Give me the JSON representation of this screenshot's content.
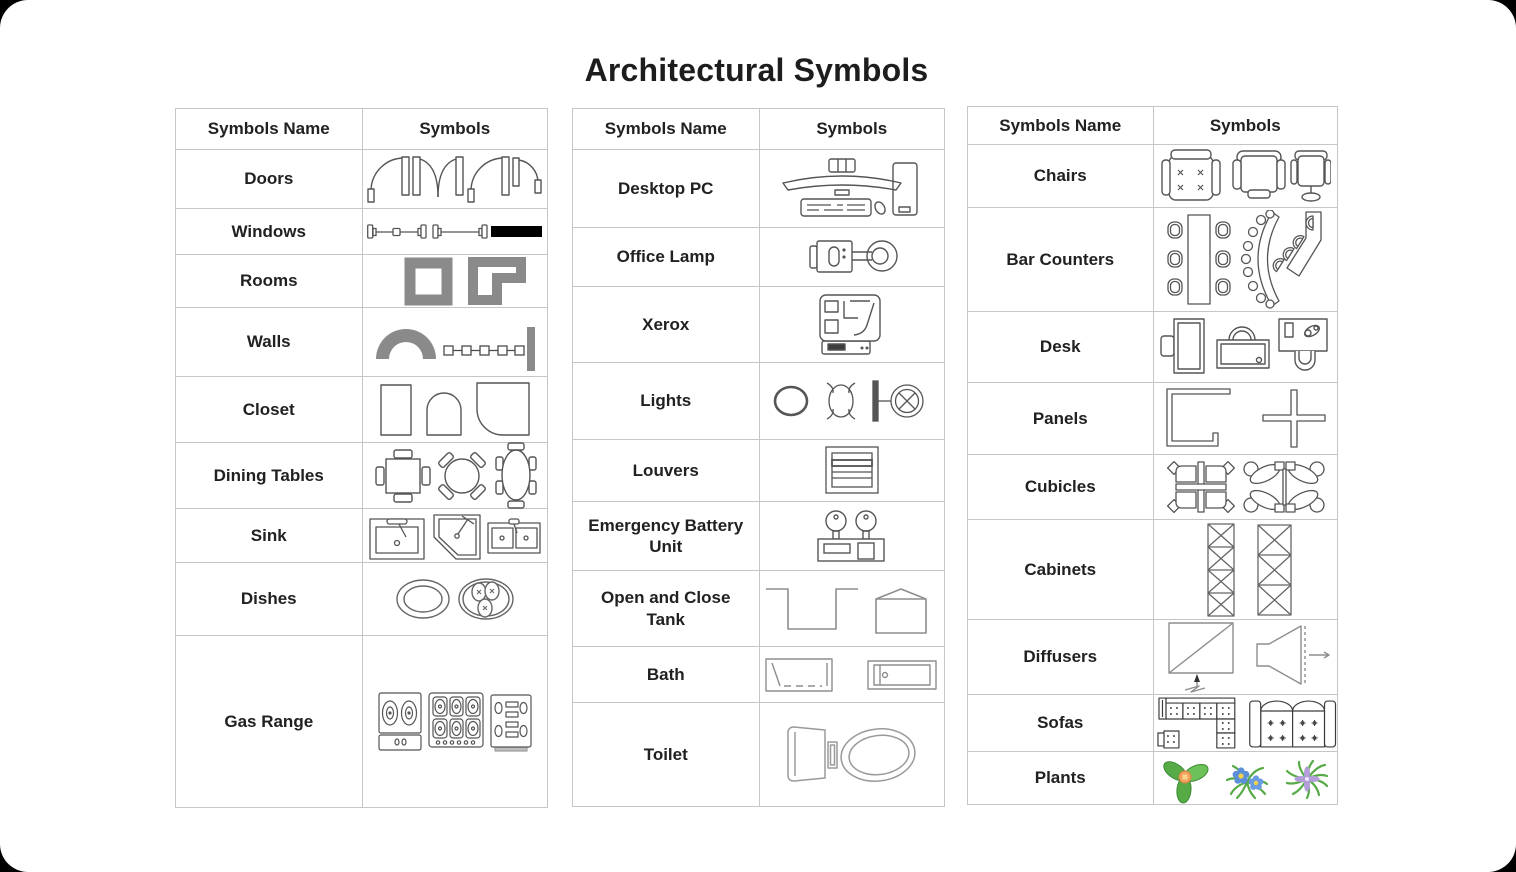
{
  "title": "Architectural Symbols",
  "colors": {
    "background": "#000000",
    "canvas": "#ffffff",
    "table_border": "#c6c6c6",
    "text": "#212121",
    "symbol_stroke": "#555555",
    "symbol_gray_fill": "#8a8a8a",
    "window_solid": "#000000",
    "plant_green": "#5cb14e",
    "plant_orange": "#f0a35e",
    "plant_blue": "#5b8fd9",
    "plant_purple": "#b39ddb"
  },
  "tables": [
    {
      "id": "left",
      "headers": {
        "name": "Symbols Name",
        "symbols": "Symbols"
      },
      "rows": [
        {
          "name": "Doors",
          "icons": [
            "swing-door",
            "double-swing-door",
            "swing-door",
            "half-swing-door"
          ]
        },
        {
          "name": "Windows",
          "icons": [
            "window-plan",
            "window-plan-long",
            "window-solid"
          ]
        },
        {
          "name": "Rooms",
          "icons": [
            "square-room",
            "l-shaped-room"
          ]
        },
        {
          "name": "Walls",
          "icons": [
            "curved-wall",
            "segmented-wall",
            "wall-bar"
          ]
        },
        {
          "name": "Closet",
          "icons": [
            "rect-closet",
            "arch-closet",
            "corner-closet"
          ]
        },
        {
          "name": "Dining Tables",
          "icons": [
            "square-table-4-chairs",
            "round-table-4-chairs",
            "oval-table-6-chairs"
          ]
        },
        {
          "name": "Sink",
          "icons": [
            "rect-sink",
            "corner-sink",
            "double-sink"
          ]
        },
        {
          "name": "Dishes",
          "icons": [
            "oval-plate",
            "serving-plate"
          ]
        },
        {
          "name": "Gas Range",
          "icons": [
            "two-burner-range",
            "six-burner-range",
            "range-control-panel"
          ]
        }
      ]
    },
    {
      "id": "middle",
      "headers": {
        "name": "Symbols Name",
        "symbols": "Symbols"
      },
      "rows": [
        {
          "name": "Desktop PC",
          "icons": [
            "monitor",
            "keyboard",
            "mouse",
            "tower"
          ]
        },
        {
          "name": "Office Lamp",
          "icons": [
            "desk-lamp"
          ]
        },
        {
          "name": "Xerox",
          "icons": [
            "copier"
          ]
        },
        {
          "name": "Lights",
          "icons": [
            "ceiling-light",
            "pendant-light",
            "wall-light"
          ]
        },
        {
          "name": "Louvers",
          "icons": [
            "louver-grille"
          ]
        },
        {
          "name": "Emergency Battery Unit",
          "icons": [
            "twin-head-emergency-light"
          ]
        },
        {
          "name": "Open and Close Tank",
          "icons": [
            "open-tank",
            "closed-tank"
          ]
        },
        {
          "name": "Bath",
          "icons": [
            "bathtub-plan",
            "bathtub-rect"
          ]
        },
        {
          "name": "Toilet",
          "icons": [
            "toilet-plan"
          ]
        }
      ]
    },
    {
      "id": "right",
      "headers": {
        "name": "Symbols Name",
        "symbols": "Symbols"
      },
      "rows": [
        {
          "name": "Chairs",
          "icons": [
            "armchair",
            "side-chair",
            "office-chair"
          ]
        },
        {
          "name": "Bar Counters",
          "icons": [
            "table-six-seats",
            "curved-bar",
            "angled-bar"
          ]
        },
        {
          "name": "Desk",
          "icons": [
            "desk-side-chair",
            "desk-top-chair",
            "desk-accessories"
          ]
        },
        {
          "name": "Panels",
          "icons": [
            "c-panel",
            "cross-panel"
          ]
        },
        {
          "name": "Cubicles",
          "icons": [
            "cross-cubicle",
            "cluster-cubicle"
          ]
        },
        {
          "name": "Cabinets",
          "icons": [
            "narrow-x-cabinet",
            "wide-x-cabinet"
          ]
        },
        {
          "name": "Diffusers",
          "icons": [
            "square-diffuser",
            "horn-diffuser"
          ]
        },
        {
          "name": "Sofas",
          "icons": [
            "sectional-sofa",
            "loveseat-sofa"
          ]
        },
        {
          "name": "Plants",
          "icons": [
            "three-leaf-plant",
            "blue-flower-plant",
            "purple-flower-plant"
          ]
        }
      ]
    }
  ]
}
